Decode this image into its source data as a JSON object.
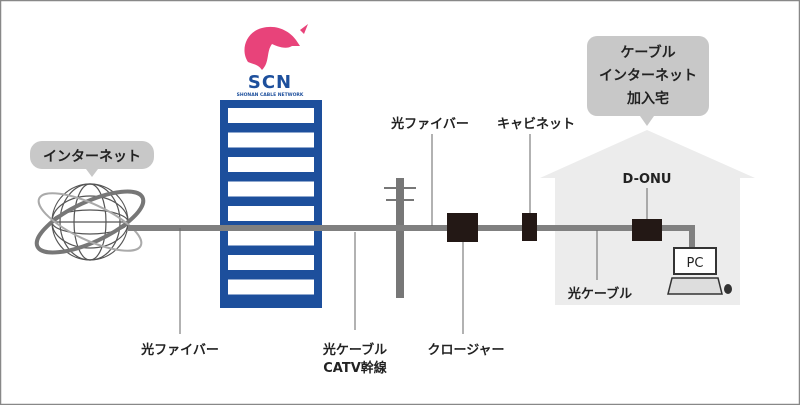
{
  "logo": {
    "text": "SCN",
    "subtitle": "SHONAN CABLE NETWORK"
  },
  "labels": {
    "internet": "インターネット",
    "home_bubble": [
      "ケーブル",
      "インターネット",
      "加入宅"
    ],
    "fiber_left": "光ファイバー",
    "fiber_top": "光ファイバー",
    "cabinet": "キャビネット",
    "trunk": [
      "光ケーブル",
      "CATV幹線"
    ],
    "closure": "クロージャー",
    "donu": "D-ONU",
    "house_cable": "光ケーブル",
    "pc": "PC"
  },
  "colors": {
    "cable": "#808080",
    "building": "#1d4f9c",
    "logo_pink": "#e8437a",
    "bubble": "#c8c8c8",
    "house": "#ececec",
    "device": "#231815"
  }
}
